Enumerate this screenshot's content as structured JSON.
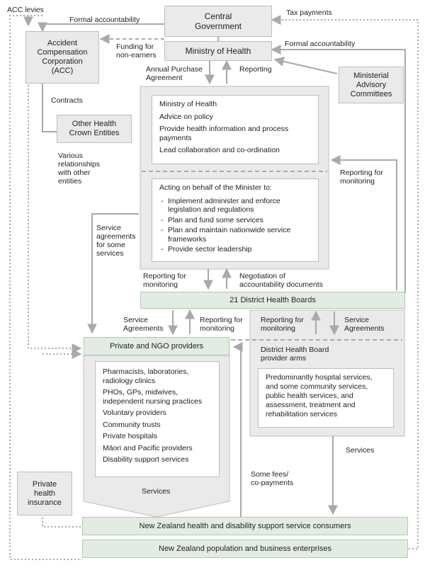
{
  "boxes": {
    "central_government": "Central\nGovernment",
    "ministry_of_health": "Ministry of Health",
    "acc": "Accident\nCompensation\nCorporation\n(ACC)",
    "other_crown": "Other Health\nCrown Entities",
    "ministerial": "Ministerial\nAdvisory\nCommittees",
    "dhb": "21 District Health Boards",
    "private_ngo": "Private and NGO providers",
    "private_insurance": "Private\nhealth\ninsurance",
    "consumers": "New Zealand health and disability support service consumers",
    "population": "New Zealand population and business enterprises"
  },
  "moh_functions": {
    "title": "Ministry of Health",
    "items": [
      "Advice on policy",
      "Provide health information and process payments",
      "Lead collaboration and co-ordination"
    ]
  },
  "minister_role": {
    "title": "Acting on behalf of the Minister to:",
    "items": [
      "Implement administer and enforce legislation and regulations",
      "Plan and fund some services",
      "Plan and maintain nationwide service frameworks",
      "Provide sector leadership"
    ]
  },
  "dhb_arms": {
    "title": "District Health Board\nprovider arms",
    "description": "Predominantly hospital services, and some community services, public health services, and assessment, treatment and rehabilitation services"
  },
  "providers": [
    "Pharmacists, laboratories, radiology clinics",
    "PHOs, GPs, midwives, independent nursing practices",
    "Voluntary providers",
    "Community trusts",
    "Private hospitals",
    "Māori and Pacific providers",
    "Disability support services"
  ],
  "labels": {
    "acc_levies": "ACC levies",
    "formal_accountability_top": "Formal accountability",
    "tax_payments": "Tax payments",
    "funding_non_earners": "Funding for\nnon-earners",
    "formal_accountability_right": "Formal accountability",
    "annual_purchase": "Annual Purchase\nAgreement",
    "reporting_top": "Reporting",
    "contracts": "Contracts",
    "various_relationships": "Various\nrelationships\nwith other\nentities",
    "reporting_monitoring_right": "Reporting for\nmonitoring",
    "service_agreements_some": "Service\nagreements\nfor some\nservices",
    "reporting_monitoring_mid": "Reporting for\nmonitoring",
    "negotiation": "Negotiation of\naccountability documents",
    "service_agreements_left": "Service\nAgreements",
    "reporting_monitoring_left": "Reporting for\nmonitoring",
    "reporting_monitoring_dhb": "Reporting for\nmonitoring",
    "service_agreements_dhb": "Service\nAgreements",
    "services_providers": "Services",
    "services_dhb": "Services",
    "some_fees": "Some fees/\nco-payments"
  },
  "colors": {
    "box_gray": "#eaeaea",
    "box_green": "#e3ece3",
    "line": "#a9a9a9"
  }
}
